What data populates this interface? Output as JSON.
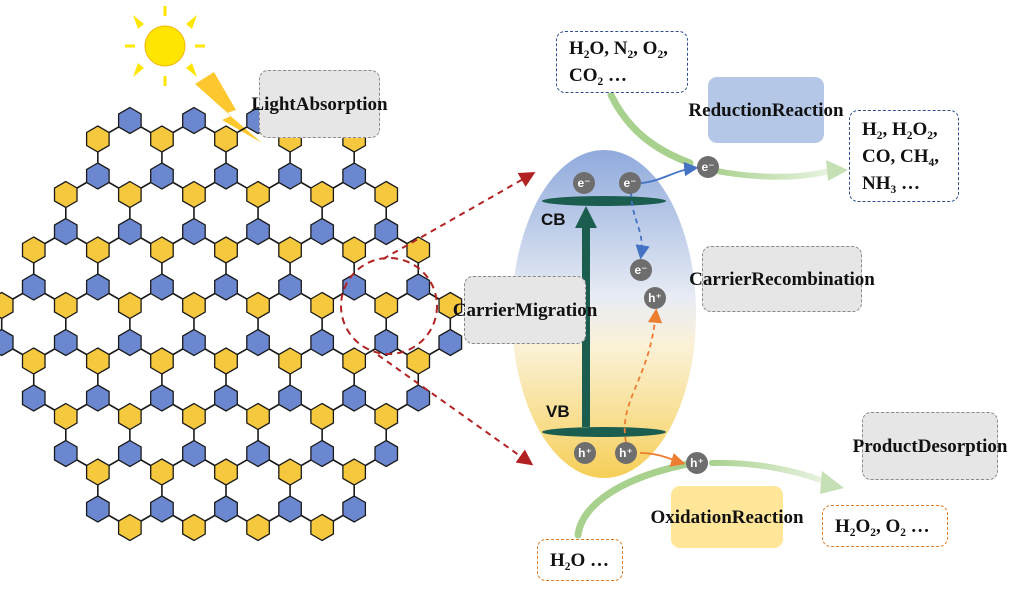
{
  "labels": {
    "light_absorption": [
      "Light",
      "Absorption"
    ],
    "carrier_migration": [
      "Carrier",
      "Migration"
    ],
    "carrier_recombination": [
      "Carrier",
      "Recombination"
    ],
    "reduction_reaction": [
      "Reduction",
      "Reaction"
    ],
    "oxidation_reaction": [
      "Oxidation",
      "Reaction"
    ],
    "product_desorption": [
      "Product",
      "Desorption"
    ]
  },
  "bands": {
    "cb": "CB",
    "vb": "VB"
  },
  "carriers": {
    "electron": "e⁻",
    "hole": "h⁺"
  },
  "reduction_reactants": {
    "line1": "H₂O, N₂, O₂,",
    "line2": "CO₂ …"
  },
  "reduction_products": {
    "line1": "H₂, H₂O₂,",
    "line2": "CO, CH₄,",
    "line3": "NH₃ …"
  },
  "oxidation_reactant": "H₂O …",
  "oxidation_products": "H₂O₂, O₂ …",
  "colors": {
    "node_blue": "#6a87cf",
    "node_yellow": "#f5c83d",
    "band_line": "#1b5e50",
    "reduction_arrow": "#4472c4",
    "oxidation_arrow": "#ed7d31",
    "migration_arrow": "#b22222",
    "sun": "#ffe600"
  }
}
